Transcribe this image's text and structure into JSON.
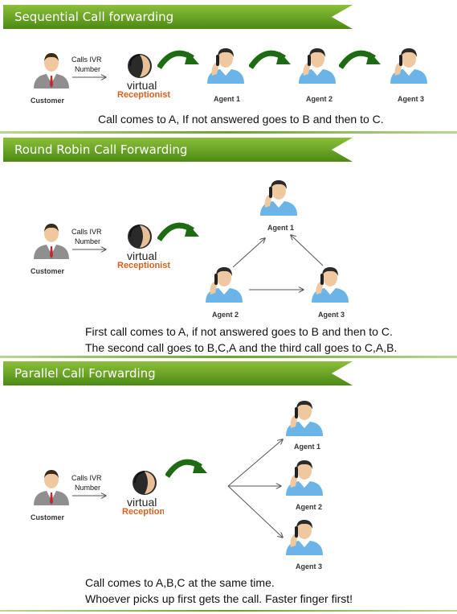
{
  "sections": [
    {
      "title": "Sequential Call forwarding",
      "customer": "Customer",
      "calls_ivr": "Calls IVR",
      "number": "Number",
      "virtual": "virtual",
      "receptionist": "Receptionist",
      "agents": [
        "Agent 1",
        "Agent 2",
        "Agent 3"
      ],
      "caption": [
        "Call comes to A, If not answered goes to B and then to C."
      ]
    },
    {
      "title": "Round Robin Call Forwarding",
      "customer": "Customer",
      "calls_ivr": "Calls IVR",
      "number": "Number",
      "virtual": "virtual",
      "receptionist": "Receptionist",
      "agents": [
        "Agent 1",
        "Agent 2",
        "Agent 3"
      ],
      "caption": [
        "First call comes to A, if not answered goes to B and then to C.",
        "The second call goes to B,C,A and the third call goes to C,A,B."
      ]
    },
    {
      "title": "Parallel Call Forwarding",
      "customer": "Customer",
      "calls_ivr": "Calls IVR",
      "number": "Number",
      "virtual": "virtual",
      "receptionist": "Receptionist",
      "agents": [
        "Agent 1",
        "Agent 2",
        "Agent 3"
      ],
      "caption": [
        "Call comes to A,B,C at the same time.",
        "Whoever picks up first gets the call. Faster finger first!"
      ]
    }
  ],
  "colors": {
    "banner": "#5a9a1c",
    "arrow_green": "#1f6b14",
    "suit": "#8a8a8a",
    "agent_shirt": "#6ab4e8",
    "receptionist_text": "#d8611e"
  }
}
